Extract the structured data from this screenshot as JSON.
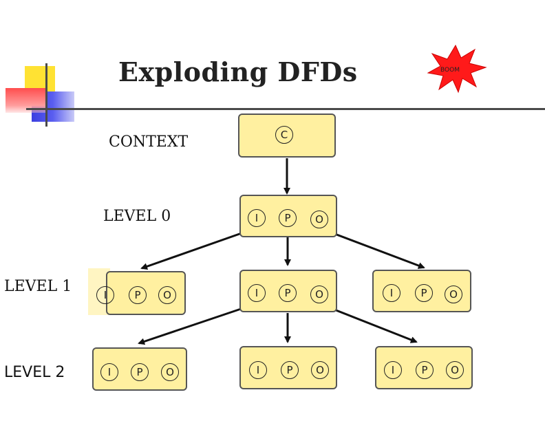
{
  "title": "Exploding DFDs",
  "badge": "BOOM",
  "labels": {
    "context": "CONTEXT",
    "level0": "LEVEL 0",
    "level1": "LEVEL 1",
    "level2": "LEVEL 2"
  },
  "nodes": {
    "context": "C",
    "input": "I",
    "process": "P",
    "output": "O"
  },
  "colors": {
    "box_fill": "#fff0a0",
    "badge_fill": "#ff1a1a"
  }
}
